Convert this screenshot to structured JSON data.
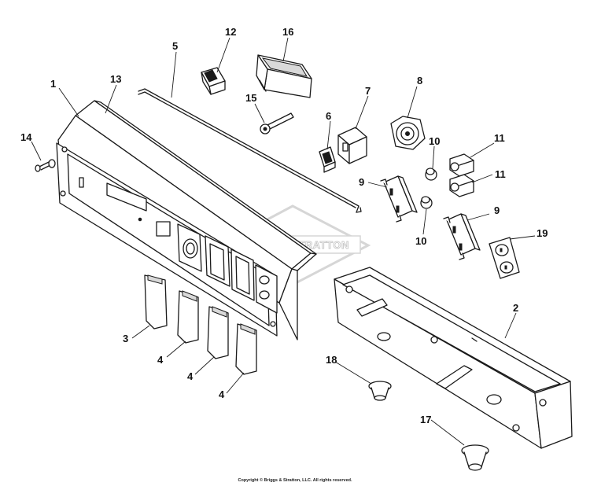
{
  "callouts": [
    {
      "id": "c1",
      "text": "1"
    },
    {
      "id": "c13",
      "text": "13"
    },
    {
      "id": "c5",
      "text": "5"
    },
    {
      "id": "c12",
      "text": "12"
    },
    {
      "id": "c16",
      "text": "16"
    },
    {
      "id": "c8",
      "text": "8"
    },
    {
      "id": "c7",
      "text": "7"
    },
    {
      "id": "c15",
      "text": "15"
    },
    {
      "id": "c6",
      "text": "6"
    },
    {
      "id": "c14",
      "text": "14"
    },
    {
      "id": "c10a",
      "text": "10"
    },
    {
      "id": "c11a",
      "text": "11"
    },
    {
      "id": "c11b",
      "text": "11"
    },
    {
      "id": "c9a",
      "text": "9"
    },
    {
      "id": "c10b",
      "text": "10"
    },
    {
      "id": "c9b",
      "text": "9"
    },
    {
      "id": "c19",
      "text": "19"
    },
    {
      "id": "c2",
      "text": "2"
    },
    {
      "id": "c3",
      "text": "3"
    },
    {
      "id": "c4a",
      "text": "4"
    },
    {
      "id": "c4b",
      "text": "4"
    },
    {
      "id": "c4c",
      "text": "4"
    },
    {
      "id": "c18",
      "text": "18"
    },
    {
      "id": "c17",
      "text": "17"
    }
  ],
  "watermark": {
    "text": "BRIGGS&STRATTON"
  },
  "footer": {
    "copyright": "Copyright © Briggs & Stratton, LLC. All rights reserved."
  },
  "colors": {
    "line": "#1a1a1a",
    "watermark": "#c8c8c8",
    "background": "#ffffff"
  }
}
